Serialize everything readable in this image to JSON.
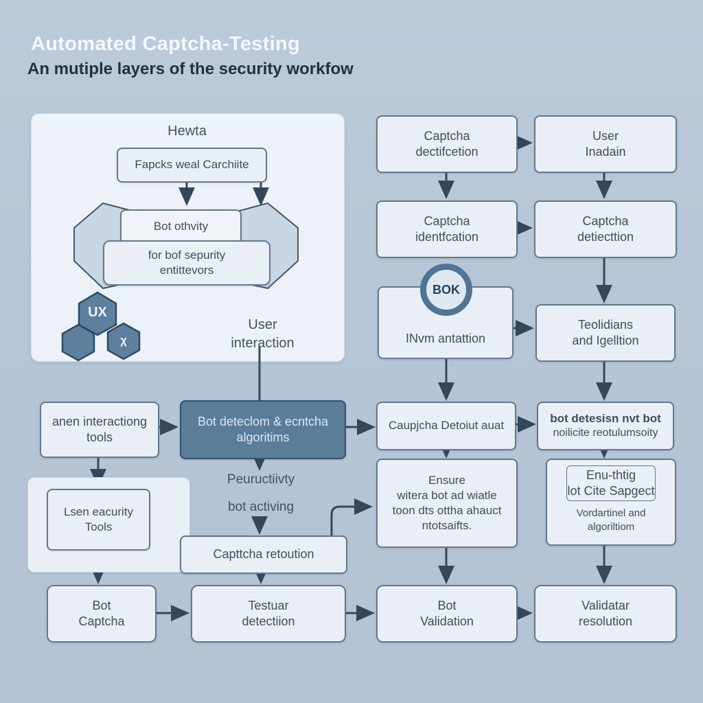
{
  "header": {
    "title": "Automated Captcha-Testing",
    "subtitle": "An mutiple layers of the security workfow"
  },
  "colors": {
    "background": "#b6c6d6",
    "panel_fill": "#edf2f8",
    "box_fill": "#e9eff5",
    "box_border": "#64788c",
    "dark_box_fill": "#5b7d99",
    "dark_box_text": "#d9e7f3",
    "hexagon_fill": "#5e7f9e",
    "prism_fill": "#c9d6e3",
    "connector": "#35485a",
    "bok_ring": "#4f7494"
  },
  "panel": {
    "title": "Hewta",
    "box_top": "Fapcks weal Carchiite",
    "box_mid": "Bot othvity",
    "box_bottom": "for bof sepurity\nentittevors",
    "hex_ux": "UX",
    "hex_glyph": "χ",
    "user_interaction": "User\ninteraction"
  },
  "flow": {
    "a1": "Captcha\ndectifcetion",
    "b1": "User\nInadain",
    "a2": "Captcha\nidentfcation",
    "b2": "Captcha\ndetiecttion",
    "bok": "BOK",
    "a3": "INvm antattion",
    "b3": "Teolidians\nand Igelltion",
    "tools_left": "anen interactiong\ntools",
    "dark_box": "Bot deteclom & ecntcha\nalgoritims",
    "a4": "Caupjcha Detoiut auat",
    "b4_line1": "bot detesisn nvt bot",
    "b4_line2": "noilicite reotulumsoity",
    "lsen": "Lsen eacurity\nTools",
    "peur_line1": "Peuructiivty",
    "peur_line2": "bot activing",
    "retoution": "Capttcha retoution",
    "ensure": "Ensure\nwitera bot ad wiatle\ntoon dts ottha ahauct\nntotsaifts.",
    "enu_inner": "Enu-thtig\nlot Cite Sapgect",
    "enu_text": "Vordartinel and\nalgoriltiom",
    "bot_captcha": "Bot\nCaptcha",
    "testuar": "Testuar\ndetectiion",
    "bot_validation": "Bot\nValidation",
    "validatar": "Validatar\nresolution"
  }
}
